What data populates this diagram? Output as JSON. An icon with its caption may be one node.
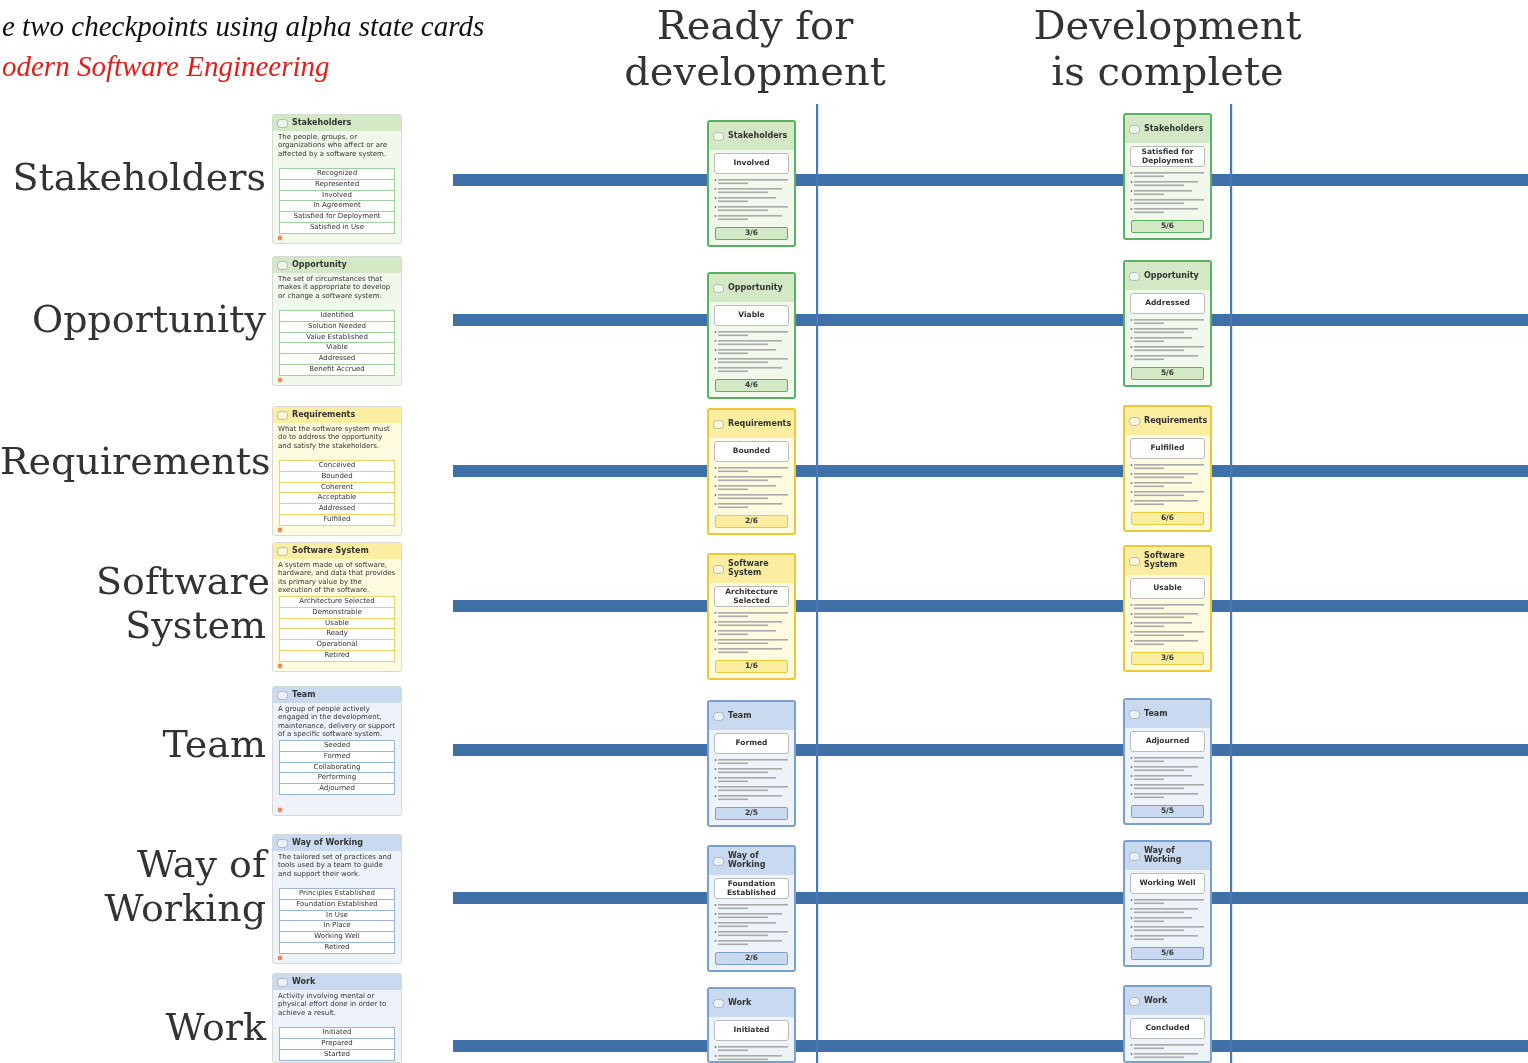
{
  "diagram": {
    "nodes": [
      {
        "text": [
          "Stakeholders",
          "The people, groups, or organizations who affect or are affected by a software system."
        ]
      },
      {
        "text": [
          "Recognized"
        ],
        "in": 0
      },
      {
        "text": [
          "Represented"
        ],
        "in": 0
      },
      {
        "text": [
          "Involved"
        ],
        "in": 0
      },
      {
        "text": [
          "In Agreement"
        ],
        "in": 0
      },
      {
        "text": [
          "Satisfied for Deployment"
        ],
        "in": 0
      },
      {
        "text": [
          "Satisfied in Use"
        ],
        "in": 0
      },
      {
        "text": [
          "Stakeholders"
        ]
      },
      {
        "text": [
          "Involved"
        ],
        "in": 7
      },
      {
        "text": [
          "3/6"
        ],
        "in": 7
      },
      {
        "text": [
          "Stakeholders"
        ]
      },
      {
        "text": [
          "Satisfied for Deployment"
        ],
        "in": 10
      },
      {
        "text": [
          "5/6"
        ],
        "in": 10
      },
      {
        "text": [
          "Opportunity",
          "The set of circumstances that makes it appropriate to develop or change a software system."
        ]
      },
      {
        "text": [
          "Identified"
        ],
        "in": 13
      },
      {
        "text": [
          "Solution Needed"
        ],
        "in": 13
      },
      {
        "text": [
          "Value Established"
        ],
        "in": 13
      },
      {
        "text": [
          "Viable"
        ],
        "in": 13
      },
      {
        "text": [
          "Addressed"
        ],
        "in": 13
      },
      {
        "text": [
          "Benefit Accrued"
        ],
        "in": 13
      },
      {
        "text": [
          "Opportunity"
        ]
      },
      {
        "text": [
          "Viable"
        ],
        "in": 20
      },
      {
        "text": [
          "4/6"
        ],
        "in": 20
      },
      {
        "text": [
          "Opportunity"
        ]
      },
      {
        "text": [
          "Addressed"
        ],
        "in": 23
      },
      {
        "text": [
          "5/6"
        ],
        "in": 23
      },
      {
        "text": [
          "Requirements",
          "What the software system must do to address the opportunity and satisfy the stakeholders."
        ]
      },
      {
        "text": [
          "Conceived"
        ],
        "in": 26
      },
      {
        "text": [
          "Bounded"
        ],
        "in": 26
      },
      {
        "text": [
          "Coherent"
        ],
        "in": 26
      },
      {
        "text": [
          "Acceptable"
        ],
        "in": 26
      },
      {
        "text": [
          "Addressed"
        ],
        "in": 26
      },
      {
        "text": [
          "Fulfilled"
        ],
        "in": 26
      },
      {
        "text": [
          "Requirements"
        ]
      },
      {
        "text": [
          "Bounded"
        ],
        "in": 33
      },
      {
        "text": [
          "2/6"
        ],
        "in": 33
      },
      {
        "text": [
          "Requirements"
        ]
      },
      {
        "text": [
          "Fulfilled"
        ],
        "in": 36
      },
      {
        "text": [
          "6/6"
        ],
        "in": 36
      },
      {
        "text": [
          "Software System",
          "A system made up of software, hardware, and data that provides its primary value by the execution of the software."
        ]
      },
      {
        "text": [
          "Architecture Selected"
        ],
        "in": 39
      },
      {
        "text": [
          "Demonstrable"
        ],
        "in": 39
      },
      {
        "text": [
          "Usable"
        ],
        "in": 39
      },
      {
        "text": [
          "Ready"
        ],
        "in": 39
      },
      {
        "text": [
          "Operational"
        ],
        "in": 39
      },
      {
        "text": [
          "Retired"
        ],
        "in": 39
      },
      {
        "text": [
          "Software System"
        ]
      },
      {
        "text": [
          "Architecture Selected"
        ],
        "in": 46
      },
      {
        "text": [
          "1/6"
        ],
        "in": 46
      },
      {
        "text": [
          "Software System"
        ]
      },
      {
        "text": [
          "Usable"
        ],
        "in": 49
      },
      {
        "text": [
          "3/6"
        ],
        "in": 49
      },
      {
        "text": [
          "Team",
          "A group of people actively engaged in the development, maintenance, delivery or support of a specific software system."
        ]
      },
      {
        "text": [
          "Seeded"
        ],
        "in": 52
      },
      {
        "text": [
          "Formed"
        ],
        "in": 52
      },
      {
        "text": [
          "Collaborating"
        ],
        "in": 52
      },
      {
        "text": [
          "Performing"
        ],
        "in": 52
      },
      {
        "text": [
          "Adjourned"
        ],
        "in": 52
      },
      {
        "text": [
          "Team"
        ]
      },
      {
        "text": [
          "Formed"
        ],
        "in": 58
      },
      {
        "text": [
          "2/5"
        ],
        "in": 58
      },
      {
        "text": [
          "Team"
        ]
      },
      {
        "text": [
          "Adjourned"
        ],
        "in": 61
      },
      {
        "text": [
          "5/5"
        ],
        "in": 61
      },
      {
        "text": [
          "Way of Working",
          "The tailored set of practices and tools used by a team to guide and support their work."
        ]
      },
      {
        "text": [
          "Principles Established"
        ],
        "in": 64
      },
      {
        "text": [
          "Foundation Established"
        ],
        "in": 64
      },
      {
        "text": [
          "In Use"
        ],
        "in": 64
      },
      {
        "text": [
          "In Place"
        ],
        "in": 64
      },
      {
        "text": [
          "Working Well"
        ],
        "in": 64
      },
      {
        "text": [
          "Retired"
        ],
        "in": 64
      },
      {
        "text": [
          "Way of Working"
        ]
      },
      {
        "text": [
          "Foundation Established"
        ],
        "in": 71
      },
      {
        "text": [
          "2/6"
        ],
        "in": 71
      },
      {
        "text": [
          "Way of Working"
        ]
      },
      {
        "text": [
          "Working Well"
        ],
        "in": 74
      },
      {
        "text": [
          "5/6"
        ],
        "in": 74
      },
      {
        "text": [
          "Work",
          "Activity involving mental or physical effort done in order to achieve a result."
        ]
      },
      {
        "text": [
          "Initiated"
        ],
        "in": 77
      },
      {
        "text": [
          "Prepared"
        ],
        "in": 77
      },
      {
        "text": [
          "Started"
        ],
        "in": 77
      },
      {
        "text": [
          "Work"
        ]
      },
      {
        "text": [
          "Initiated"
        ],
        "in": 81
      },
      {
        "text": [
          "Work"
        ]
      },
      {
        "text": [
          "Concluded"
        ],
        "in": 83
      }
    ],
    "labels": [
      "e two checkpoints using alpha state cards",
      "odern Software Engineering",
      "Ready for development",
      "Development is complete",
      "Stakeholders",
      "Opportunity",
      "Requirements",
      "Software System",
      "Team",
      "Way of Working",
      "Work"
    ]
  }
}
